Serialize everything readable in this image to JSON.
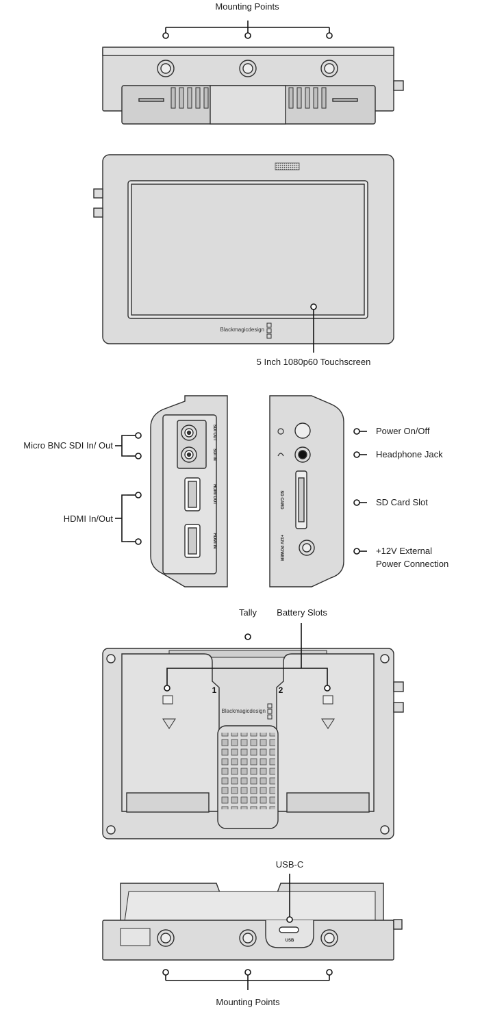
{
  "top_view": {
    "label": "Mounting Points"
  },
  "front_view": {
    "touchscreen_label": "5 Inch 1080p60 Touchscreen",
    "brand": "Blackmagicdesign"
  },
  "left_side": {
    "sdi_label": "Micro BNC SDI In/ Out",
    "hdmi_label": "HDMI In/Out",
    "port_labels": [
      "SDI OUT",
      "SDI IN",
      "HDMI OUT",
      "HDMI IN"
    ]
  },
  "right_side": {
    "power_label": "Power On/Off",
    "headphone_label": "Headphone Jack",
    "sd_label": "SD Card Slot",
    "ext_power_line1": "+12V External",
    "ext_power_line2": "Power Connection",
    "port_labels": [
      "SD CARD",
      "+12V POWER"
    ]
  },
  "rear_view": {
    "tally_label": "Tally",
    "battery_label": "Battery Slots",
    "slot_numbers": [
      "1",
      "2"
    ],
    "brand": "Blackmagicdesign"
  },
  "bottom_view": {
    "usb_label": "USB-C",
    "usb_port_text": "USB",
    "mount_label": "Mounting Points"
  }
}
